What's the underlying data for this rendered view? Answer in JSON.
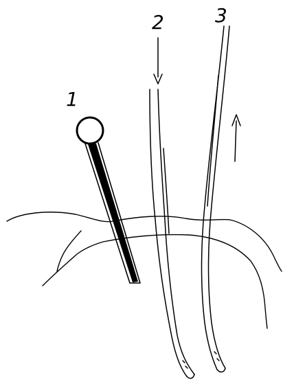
{
  "labels": {
    "pin": "1",
    "tube_left": "2",
    "tube_right": "3"
  },
  "colors": {
    "ink": "#000000",
    "paper": "#ffffff"
  }
}
